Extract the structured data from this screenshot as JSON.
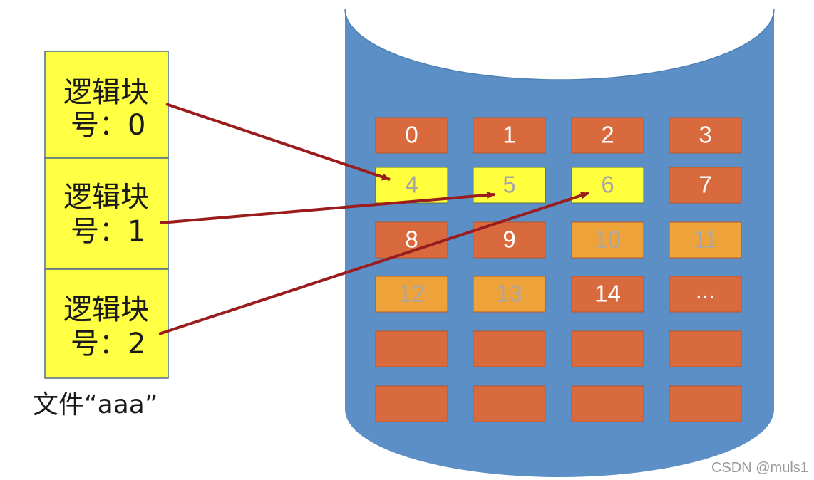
{
  "file": {
    "caption": "文件“aaa”",
    "logical_blocks": [
      {
        "line1": "逻辑块",
        "line2": "号：0",
        "maps_to": "4"
      },
      {
        "line1": "逻辑块",
        "line2": "号：1",
        "maps_to": "5"
      },
      {
        "line1": "逻辑块",
        "line2": "号：2",
        "maps_to": "6"
      }
    ]
  },
  "disk": {
    "blocks": [
      {
        "label": "0",
        "state": "used"
      },
      {
        "label": "1",
        "state": "used"
      },
      {
        "label": "2",
        "state": "used"
      },
      {
        "label": "3",
        "state": "used"
      },
      {
        "label": "4",
        "state": "file"
      },
      {
        "label": "5",
        "state": "file"
      },
      {
        "label": "6",
        "state": "file"
      },
      {
        "label": "7",
        "state": "used"
      },
      {
        "label": "8",
        "state": "used"
      },
      {
        "label": "9",
        "state": "used"
      },
      {
        "label": "10",
        "state": "free"
      },
      {
        "label": "11",
        "state": "free"
      },
      {
        "label": "12",
        "state": "free"
      },
      {
        "label": "13",
        "state": "free"
      },
      {
        "label": "14",
        "state": "used"
      },
      {
        "label": "...",
        "state": "used"
      },
      {
        "label": "",
        "state": "used"
      },
      {
        "label": "",
        "state": "used"
      },
      {
        "label": "",
        "state": "used"
      },
      {
        "label": "",
        "state": "used"
      },
      {
        "label": "",
        "state": "used"
      },
      {
        "label": "",
        "state": "used"
      },
      {
        "label": "",
        "state": "used"
      },
      {
        "label": "",
        "state": "used"
      }
    ]
  },
  "colors": {
    "disk_body": "#5b8fc6",
    "disk_top": "#ffffff",
    "used_block": "#d86a3e",
    "file_block": "#ffff3d",
    "free_block": "#eda33a",
    "used_text": "#ffffff",
    "light_text": "#a7a7a7",
    "logical_block_fill": "#ffff44",
    "logical_block_border": "#4e6f8e",
    "arrow": "#9b1c1c"
  },
  "watermark": "CSDN @muls1"
}
